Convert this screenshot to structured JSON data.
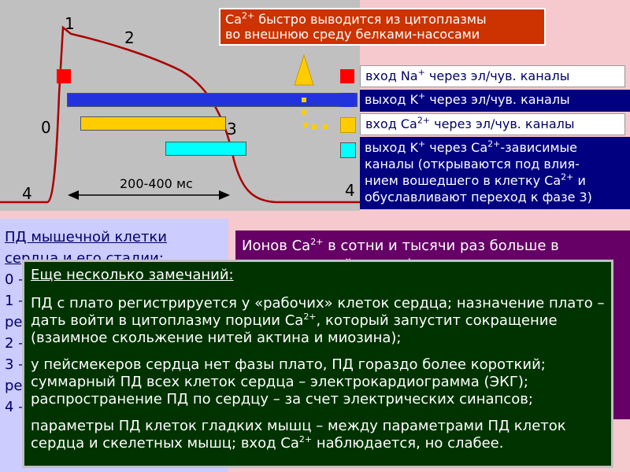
{
  "plot": {
    "phase_labels": [
      "1",
      "2",
      "0",
      "3",
      "4",
      "4"
    ],
    "duration_label": "200-400 мс"
  },
  "colors": {
    "plot_bg": "#c0c0c0",
    "curve": "#aa0000",
    "na": "#ff0000",
    "k": "#2233dd",
    "ca": "#ffcc00",
    "k_ca": "#00ffff",
    "orange_box": "#cc3300",
    "navy_box": "#000080",
    "left_panel": "#ccccff",
    "purple_panel": "#660066",
    "notes_panel": "#003300"
  },
  "top_box": {
    "line1_pre": "Ca",
    "line1_sup": "2+",
    "line1_post": " быстро выводится из цитоплазмы",
    "line2": "во внешнюю среду белками-насосами"
  },
  "legend": {
    "na": {
      "pre": "вход Na",
      "sup": "+",
      "post": " через эл/чув. каналы"
    },
    "k": {
      "pre": "выход K",
      "sup": "+",
      "post": " через эл/чув. каналы"
    },
    "ca": {
      "pre": "вход Ca",
      "sup": "2+",
      "post": " через эл/чув. каналы"
    },
    "k_ca": {
      "line1_pre": "выход K",
      "line1_sup": "+",
      "line1_mid": " через Ca",
      "line1_sup2": "2+",
      "line1_post": "-зависимые",
      "line2": "каналы (открываются под влия-",
      "line3_pre": "нием вошедшего в клетку Ca",
      "line3_sup": "2+",
      "line3_post": " и",
      "line4": "обуславливают переход к фазе 3)"
    }
  },
  "left_panel": {
    "line1": "ПД мышечной клетки",
    "line2": "сердца и его стадии:",
    "line3": "0 –",
    "line4": "1 –",
    "line5": "ре",
    "line6": "2 –",
    "line7": "3 –",
    "line8": "ре",
    "line9": "4 –"
  },
  "purple_panel": {
    "line1_pre": "Ионов Ca",
    "line1_sup": "2+",
    "line1_post": " в сотни и тысячи раз больше в",
    "line2": "межклеточной среде (по сравнению с"
  },
  "notes": {
    "title": "Еще несколько замечаний:",
    "p1_pre": "ПД с плато регистрируется у «рабочих» клеток сердца; назначение плато – дать войти в цитоплазму порции Ca",
    "p1_sup": "2+",
    "p1_post": ", который запустит сокращение (взаимное скольжение нитей актина и миозина);",
    "p2": "у пейсмекеров сердца нет фазы плато, ПД гораздо более короткий; суммарный ПД всех клеток сердца – электрокардиограмма (ЭКГ); распространение ПД по сердцу – за счет электрических синапсов;",
    "p3_pre": "параметры ПД клеток гладких мышц – между параметрами ПД клеток сердца и скелетных мышц; вход Ca",
    "p3_sup": "2+",
    "p3_post": " наблюдается, но слабее."
  }
}
